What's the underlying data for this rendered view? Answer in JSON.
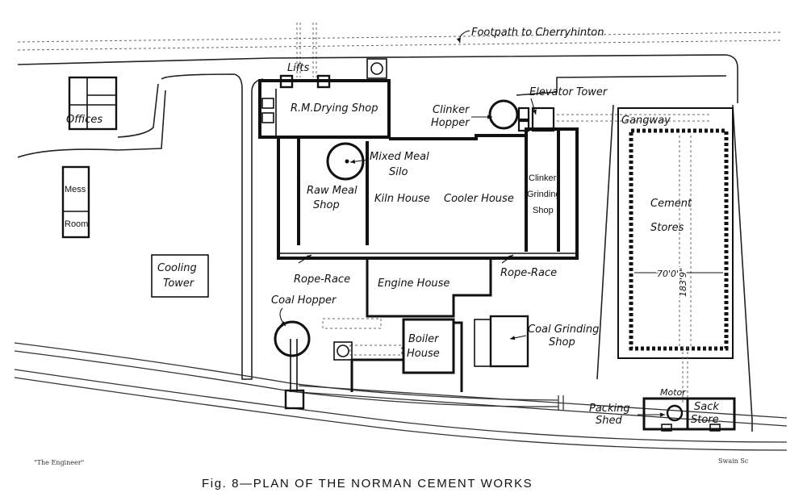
{
  "title": "Fig. 8—PLAN OF THE NORMAN CEMENT WORKS",
  "credit_left": "\"The Engineer\"",
  "credit_right": "Swain Sc",
  "labels": {
    "footpath": "Footpath to Cherryhinton",
    "lifts": "Lifts",
    "rm_drying": "R.M.Drying Shop",
    "offices": "Offices",
    "mess": "Mess",
    "room": "Room",
    "clinker_hopper_1": "Clinker",
    "clinker_hopper_2": "Hopper",
    "elevator_tower": "Elevator Tower",
    "gangway": "Gangway",
    "mixed_meal_1": "Mixed Meal",
    "mixed_meal_2": "Silo",
    "raw_meal_1": "Raw Meal",
    "raw_meal_2": "Shop",
    "kiln_house": "Kiln House",
    "cooler_house": "Cooler House",
    "clinker_grinding_1": "Clinker",
    "clinker_grinding_2": "Grinding",
    "clinker_grinding_3": "Shop",
    "cement_stores_1": "Cement",
    "cement_stores_2": "Stores",
    "dim_width": "70'0\"",
    "dim_length": "183'9\"",
    "cooling_tower_1": "Cooling",
    "cooling_tower_2": "Tower",
    "rope_race_left": "Rope-Race",
    "rope_race_right": "Rope-Race",
    "engine_house": "Engine House",
    "coal_hopper": "Coal Hopper",
    "boiler_1": "Boiler",
    "boiler_2": "House",
    "coal_grinding_1": "Coal Grinding",
    "coal_grinding_2": "Shop",
    "motor": "Motor",
    "packing_1": "Packing",
    "packing_2": "Shed",
    "sack_1": "Sack",
    "sack_2": "Store"
  }
}
